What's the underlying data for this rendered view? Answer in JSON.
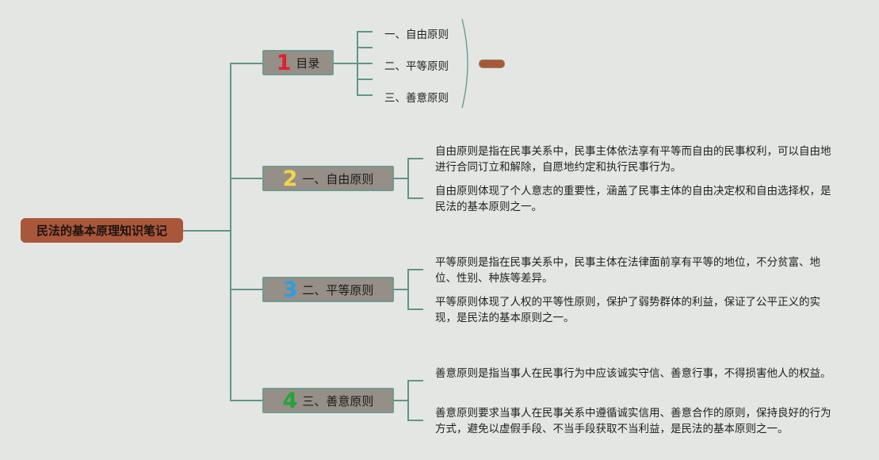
{
  "mindmap": {
    "root": {
      "label": "民法的基本原理知识笔记",
      "color": "#a9573a"
    },
    "branches": [
      {
        "number": "1",
        "number_color": "#e0202e",
        "label": "目录",
        "children": [
          "一、自由原则",
          "二、平等原则",
          "三、善意原则"
        ]
      },
      {
        "number": "2",
        "number_color": "#f2d447",
        "label": "一、自由原则",
        "details": [
          "自由原则是指在民事关系中，民事主体依法享有平等而自由的民事权利，可以自由地进行合同订立和解除，自愿地约定和执行民事行为。",
          "自由原则体现了个人意志的重要性，涵盖了民事主体的自由决定权和自由选择权，是民法的基本原则之一。"
        ]
      },
      {
        "number": "3",
        "number_color": "#2a9fe0",
        "label": "二、平等原则",
        "details": [
          "平等原则是指在民事关系中，民事主体在法律面前享有平等的地位，不分贫富、地位、性别、种族等差异。",
          "平等原则体现了人权的平等性原则，保护了弱势群体的利益，保证了公平正义的实现，是民法的基本原则之一。"
        ]
      },
      {
        "number": "4",
        "number_color": "#24a33a",
        "label": "三、善意原则",
        "details": [
          "善意原则是指当事人在民事行为中应该诚实守信、善意行事，不得损害他人的权益。",
          "善意原则要求当事人在民事关系中遵循诚实信用、善意合作的原则，保持良好的行为方式，避免以虚假手段、不当手段获取不当利益，是民法的基本原则之一。"
        ]
      }
    ],
    "connector_color": "#5e9689"
  }
}
